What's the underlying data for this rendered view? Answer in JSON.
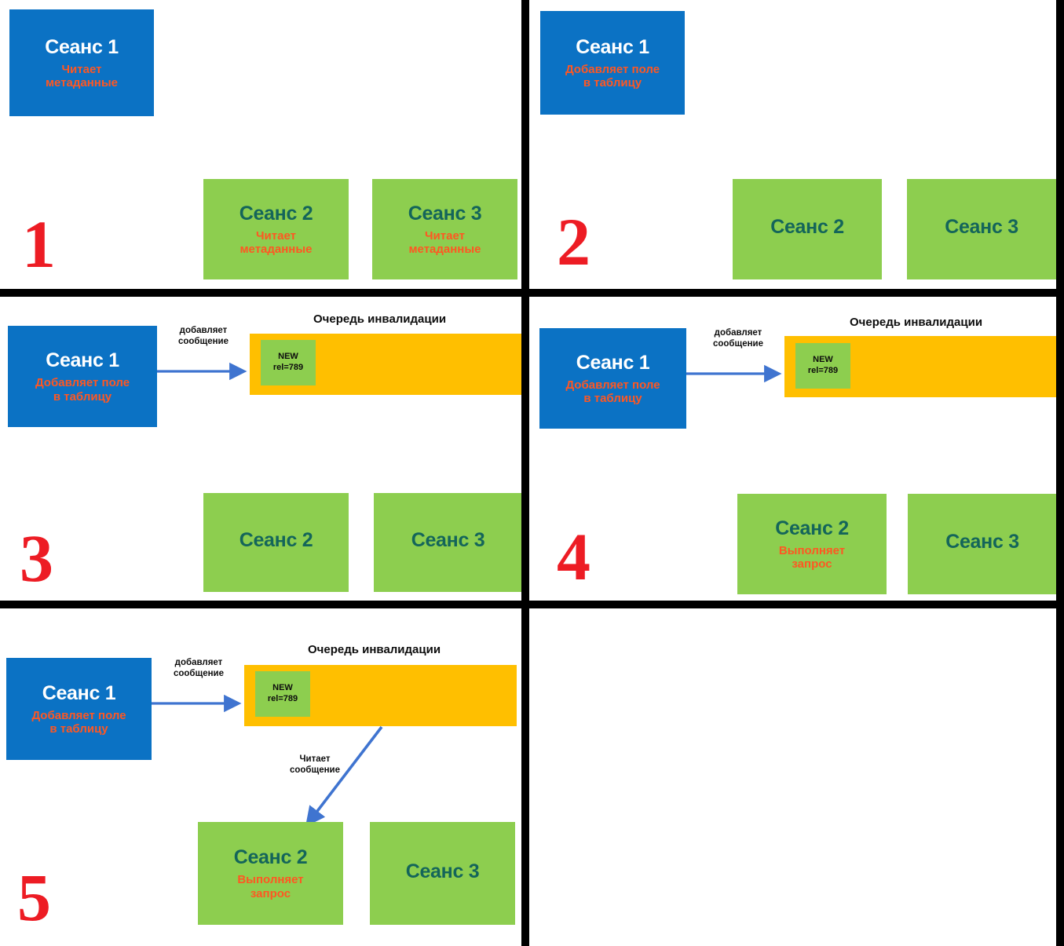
{
  "meta": {
    "colors": {
      "blue_box": "#0B72C4",
      "green_box": "#8DCE4F",
      "queue_orange": "#FFBF00",
      "step_number_red": "#ED1C24",
      "sub_label_orange": "#FF5722",
      "green_title_teal": "#14655A",
      "arrow_blue": "#3F74D0",
      "divider_black": "#000000",
      "background": "#FFFFFF"
    },
    "labels": {
      "session1": "Сеанс 1",
      "session2": "Сеанс 2",
      "session3": "Сеанс 3",
      "reads_metadata": "Читает\nметаданные",
      "adds_field": "Добавляет поле\nв таблицу",
      "runs_query": "Выполняет\nзапрос",
      "queue_title": "Очередь инвалидации",
      "adds_message": "добавляет\nсообщение",
      "reads_message": "Читает\nсообщение",
      "msg_new": "NEW",
      "msg_rel": "rel=789"
    }
  },
  "panels": [
    {
      "id": "panel-1",
      "number": "1",
      "session1": {
        "title": "Сеанс 1",
        "sub": "Читает\nметаданные"
      },
      "session2": {
        "title": "Сеанс 2",
        "sub": "Читает\nметаданные"
      },
      "session3": {
        "title": "Сеанс 3",
        "sub": "Читает\nметаданные"
      },
      "queue": null
    },
    {
      "id": "panel-2",
      "number": "2",
      "session1": {
        "title": "Сеанс 1",
        "sub": "Добавляет поле\nв таблицу"
      },
      "session2": {
        "title": "Сеанс 2",
        "sub": ""
      },
      "session3": {
        "title": "Сеанс 3",
        "sub": ""
      },
      "queue": null
    },
    {
      "id": "panel-3",
      "number": "3",
      "session1": {
        "title": "Сеанс 1",
        "sub": "Добавляет поле\nв таблицу"
      },
      "session2": {
        "title": "Сеанс 2",
        "sub": ""
      },
      "session3": {
        "title": "Сеанс 3",
        "sub": ""
      },
      "queue": {
        "title": "Очередь инвалидации",
        "message": {
          "line1": "NEW",
          "line2": "rel=789"
        },
        "in_label": "добавляет\nсообщение",
        "out_label": null
      }
    },
    {
      "id": "panel-4",
      "number": "4",
      "session1": {
        "title": "Сеанс 1",
        "sub": "Добавляет поле\nв таблицу"
      },
      "session2": {
        "title": "Сеанс 2",
        "sub": "Выполняет\nзапрос"
      },
      "session3": {
        "title": "Сеанс 3",
        "sub": ""
      },
      "queue": {
        "title": "Очередь инвалидации",
        "message": {
          "line1": "NEW",
          "line2": "rel=789"
        },
        "in_label": "добавляет\nсообщение",
        "out_label": null
      }
    },
    {
      "id": "panel-5",
      "number": "5",
      "session1": {
        "title": "Сеанс 1",
        "sub": "Добавляет поле\nв таблицу"
      },
      "session2": {
        "title": "Сеанс 2",
        "sub": "Выполняет\nзапрос"
      },
      "session3": {
        "title": "Сеанс 3",
        "sub": ""
      },
      "queue": {
        "title": "Очередь инвалидации",
        "message": {
          "line1": "NEW",
          "line2": "rel=789"
        },
        "in_label": "добавляет\nсообщение",
        "out_label": "Читает\nсообщение"
      }
    },
    {
      "id": "panel-6",
      "number": "",
      "session1": null,
      "session2": null,
      "session3": null,
      "queue": null
    }
  ]
}
